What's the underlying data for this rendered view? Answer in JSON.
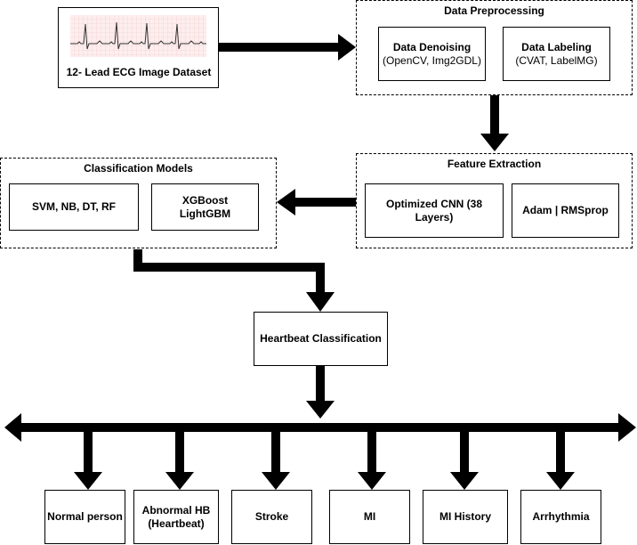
{
  "dataset": {
    "label": "12- Lead ECG Image Dataset"
  },
  "preprocessing": {
    "title": "Data Preprocessing",
    "denoising": {
      "title": "Data Denoising",
      "detail": "(OpenCV, Img2GDL)"
    },
    "labeling": {
      "title": "Data Labeling",
      "detail": "(CVAT, LabelMG)"
    }
  },
  "feature_extraction": {
    "title": "Feature Extraction",
    "cnn": "Optimized CNN (38 Layers)",
    "optimizers": "Adam | RMSprop"
  },
  "classification_models": {
    "title": "Classification Models",
    "classic": "SVM, NB, DT, RF",
    "boosting_line1": "XGBoost",
    "boosting_line2": "LightGBM"
  },
  "heartbeat": {
    "label": "Heartbeat Classification"
  },
  "outputs": [
    {
      "line1": "Normal person",
      "line2": ""
    },
    {
      "line1": "Abnormal HB",
      "line2": "(Heartbeat)"
    },
    {
      "line1": "Stroke",
      "line2": ""
    },
    {
      "line1": "MI",
      "line2": ""
    },
    {
      "line1": "MI History",
      "line2": ""
    },
    {
      "line1": "Arrhythmia",
      "line2": ""
    }
  ],
  "colors": {
    "line": "#000000",
    "ecg_grid": "#f4c6c6",
    "ecg_bg": "#fdeeee",
    "ecg_trace": "#333333"
  }
}
